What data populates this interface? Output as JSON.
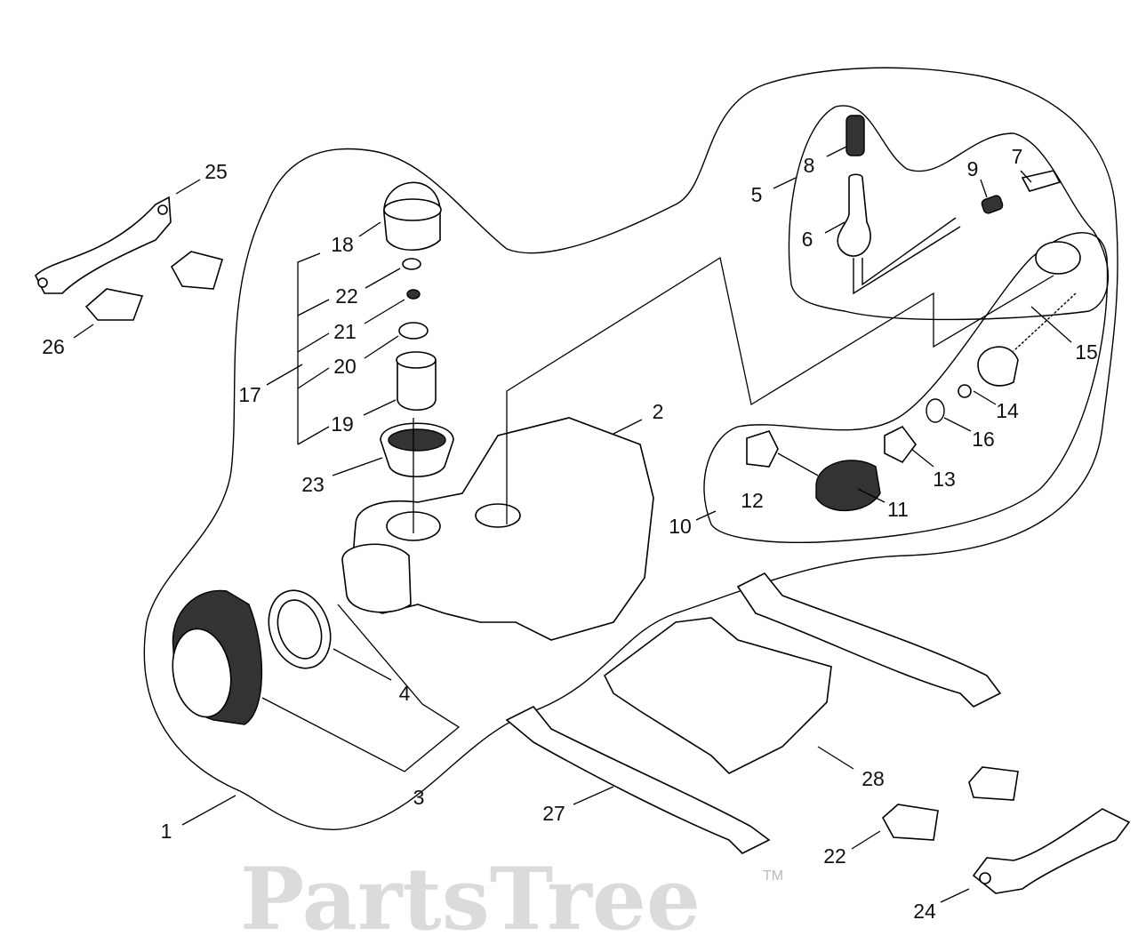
{
  "watermark": {
    "text": "PartsTree",
    "trademark": "TM"
  },
  "callouts": {
    "p1": "1",
    "p2": "2",
    "p3": "3",
    "p4": "4",
    "p5": "5",
    "p6": "6",
    "p7": "7",
    "p8": "8",
    "p9": "9",
    "p10": "10",
    "p11": "11",
    "p12": "12",
    "p13": "13",
    "p14": "14",
    "p15": "15",
    "p16": "16",
    "p17": "17",
    "p18": "18",
    "p19": "19",
    "p20": "20",
    "p21": "21",
    "p22a": "22",
    "p22b": "22",
    "p23": "23",
    "p24": "24",
    "p25": "25",
    "p26": "26",
    "p27": "27",
    "p28": "28"
  }
}
